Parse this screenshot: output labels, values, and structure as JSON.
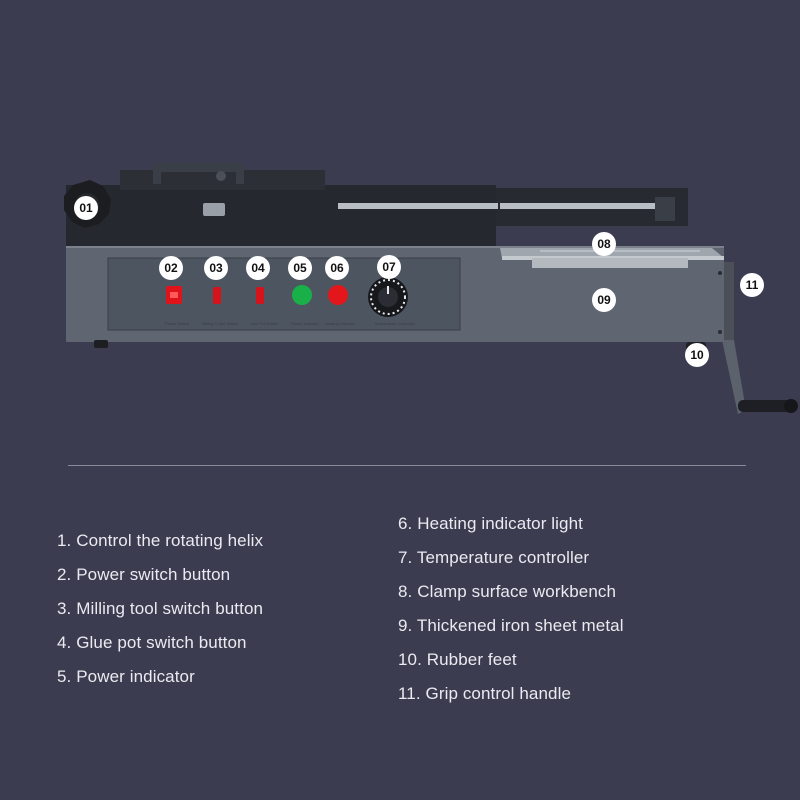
{
  "callouts": {
    "c01": "01",
    "c02": "02",
    "c03": "03",
    "c04": "04",
    "c05": "05",
    "c06": "06",
    "c07": "07",
    "c08": "08",
    "c09": "09",
    "c10": "10",
    "c11": "11"
  },
  "colors": {
    "background": "#3b3c50",
    "machine_body": "#5f6671",
    "top_frame": "#26292f",
    "control_panel": "#4d5561",
    "power_switch": "#e0131b",
    "power_indicator": "#19b04a",
    "heating_indicator": "#e3161c",
    "legend_text": "#eaeaf0"
  },
  "legend": {
    "left": [
      "1. Control the rotating helix",
      "2. Power switch button",
      "3. Milling tool switch button",
      "4. Glue pot switch button",
      "5. Power indicator"
    ],
    "right": [
      "6. Heating indicator light",
      "7. Temperature controller",
      "8. Clamp surface workbench",
      "9. Thickened iron sheet metal",
      "10. Rubber feet",
      "11. Grip control handle"
    ]
  }
}
